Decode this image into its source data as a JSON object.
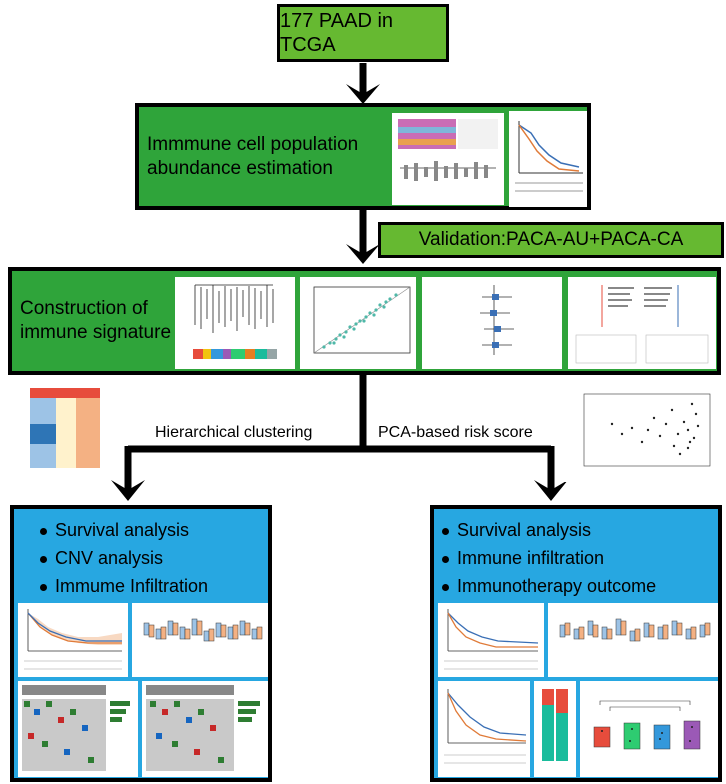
{
  "nodes": {
    "top": "177 PAAD in TCGA",
    "immune_line1": "Immmune cell population",
    "immune_line2": "abundance estimation",
    "validation": "Validation:PACA-AU+PACA-CA",
    "signature_line1": "Construction of",
    "signature_line2": "immune signature",
    "left_branch": "Hierarchical clustering",
    "right_branch": "PCA-based risk score"
  },
  "left_panel": {
    "items": [
      "Survival analysis",
      "CNV analysis",
      "Immume Infiltration"
    ]
  },
  "right_panel": {
    "items": [
      "Survival analysis",
      "Immune infiltration",
      "Immunotherapy outcome"
    ]
  },
  "colors": {
    "light_green": "#66b931",
    "dark_green": "#2fa43a",
    "blue": "#27a7e1",
    "arrow": "#000000"
  }
}
